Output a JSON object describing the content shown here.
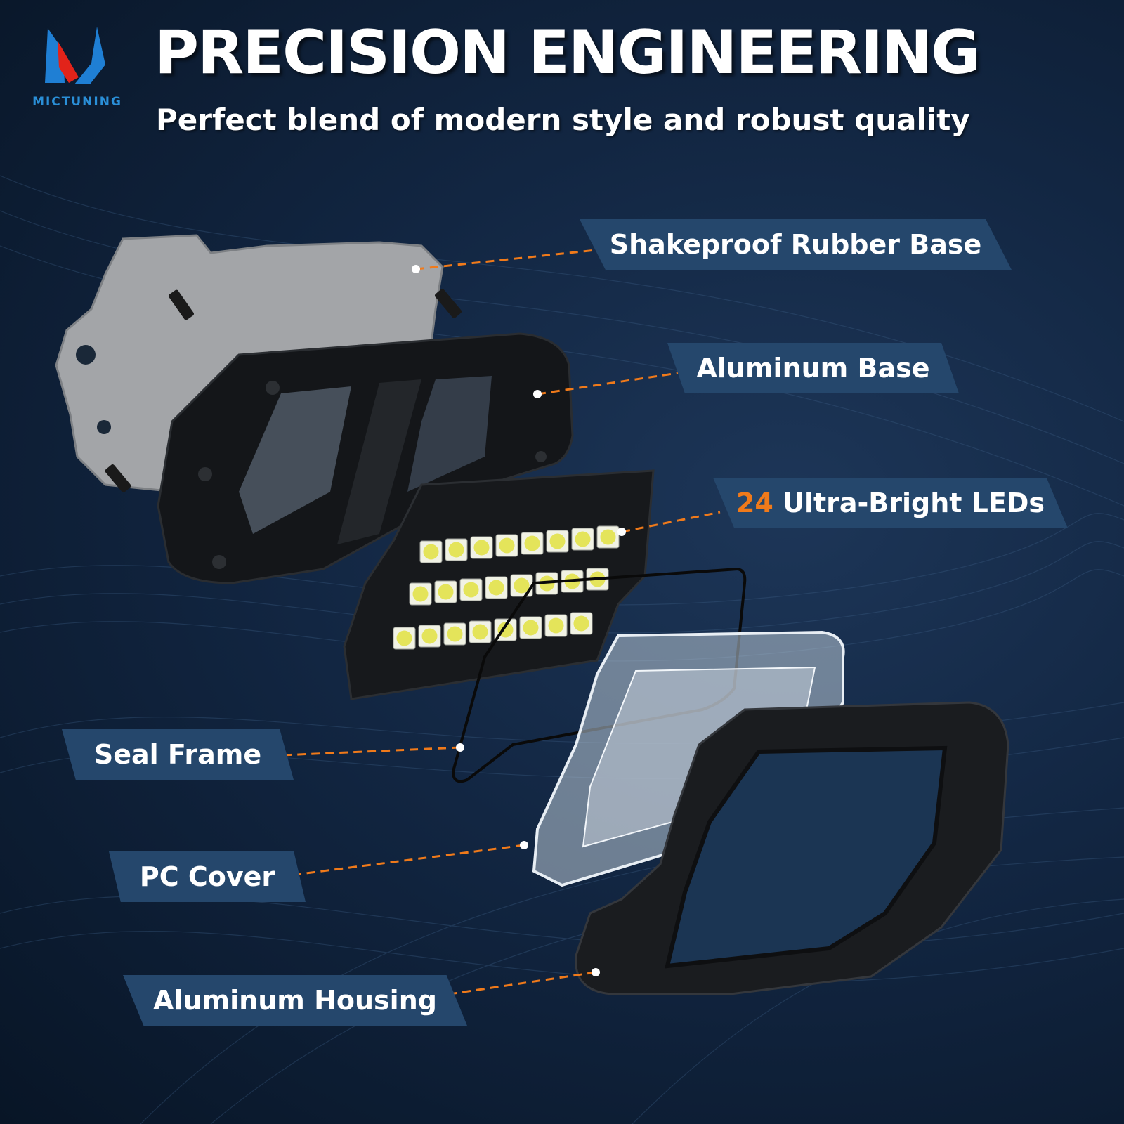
{
  "brand": {
    "name": "MICTUNING",
    "colors": {
      "blue": "#1f7fd4",
      "red": "#e2231a",
      "accent_orange": "#f07a1a",
      "label_bg": "#25476c"
    }
  },
  "header": {
    "title": "PRECISION ENGINEERING",
    "subtitle": "Perfect blend of modern style and robust quality"
  },
  "callouts": [
    {
      "id": "rubber-base",
      "text": "Shakeproof Rubber Base"
    },
    {
      "id": "aluminum-base",
      "text": "Aluminum Base"
    },
    {
      "id": "leds",
      "number": "24",
      "text": " Ultra-Bright LEDs"
    },
    {
      "id": "seal-frame",
      "text": "Seal Frame"
    },
    {
      "id": "pc-cover",
      "text": "PC Cover"
    },
    {
      "id": "aluminum-housing",
      "text": "Aluminum Housing"
    }
  ]
}
